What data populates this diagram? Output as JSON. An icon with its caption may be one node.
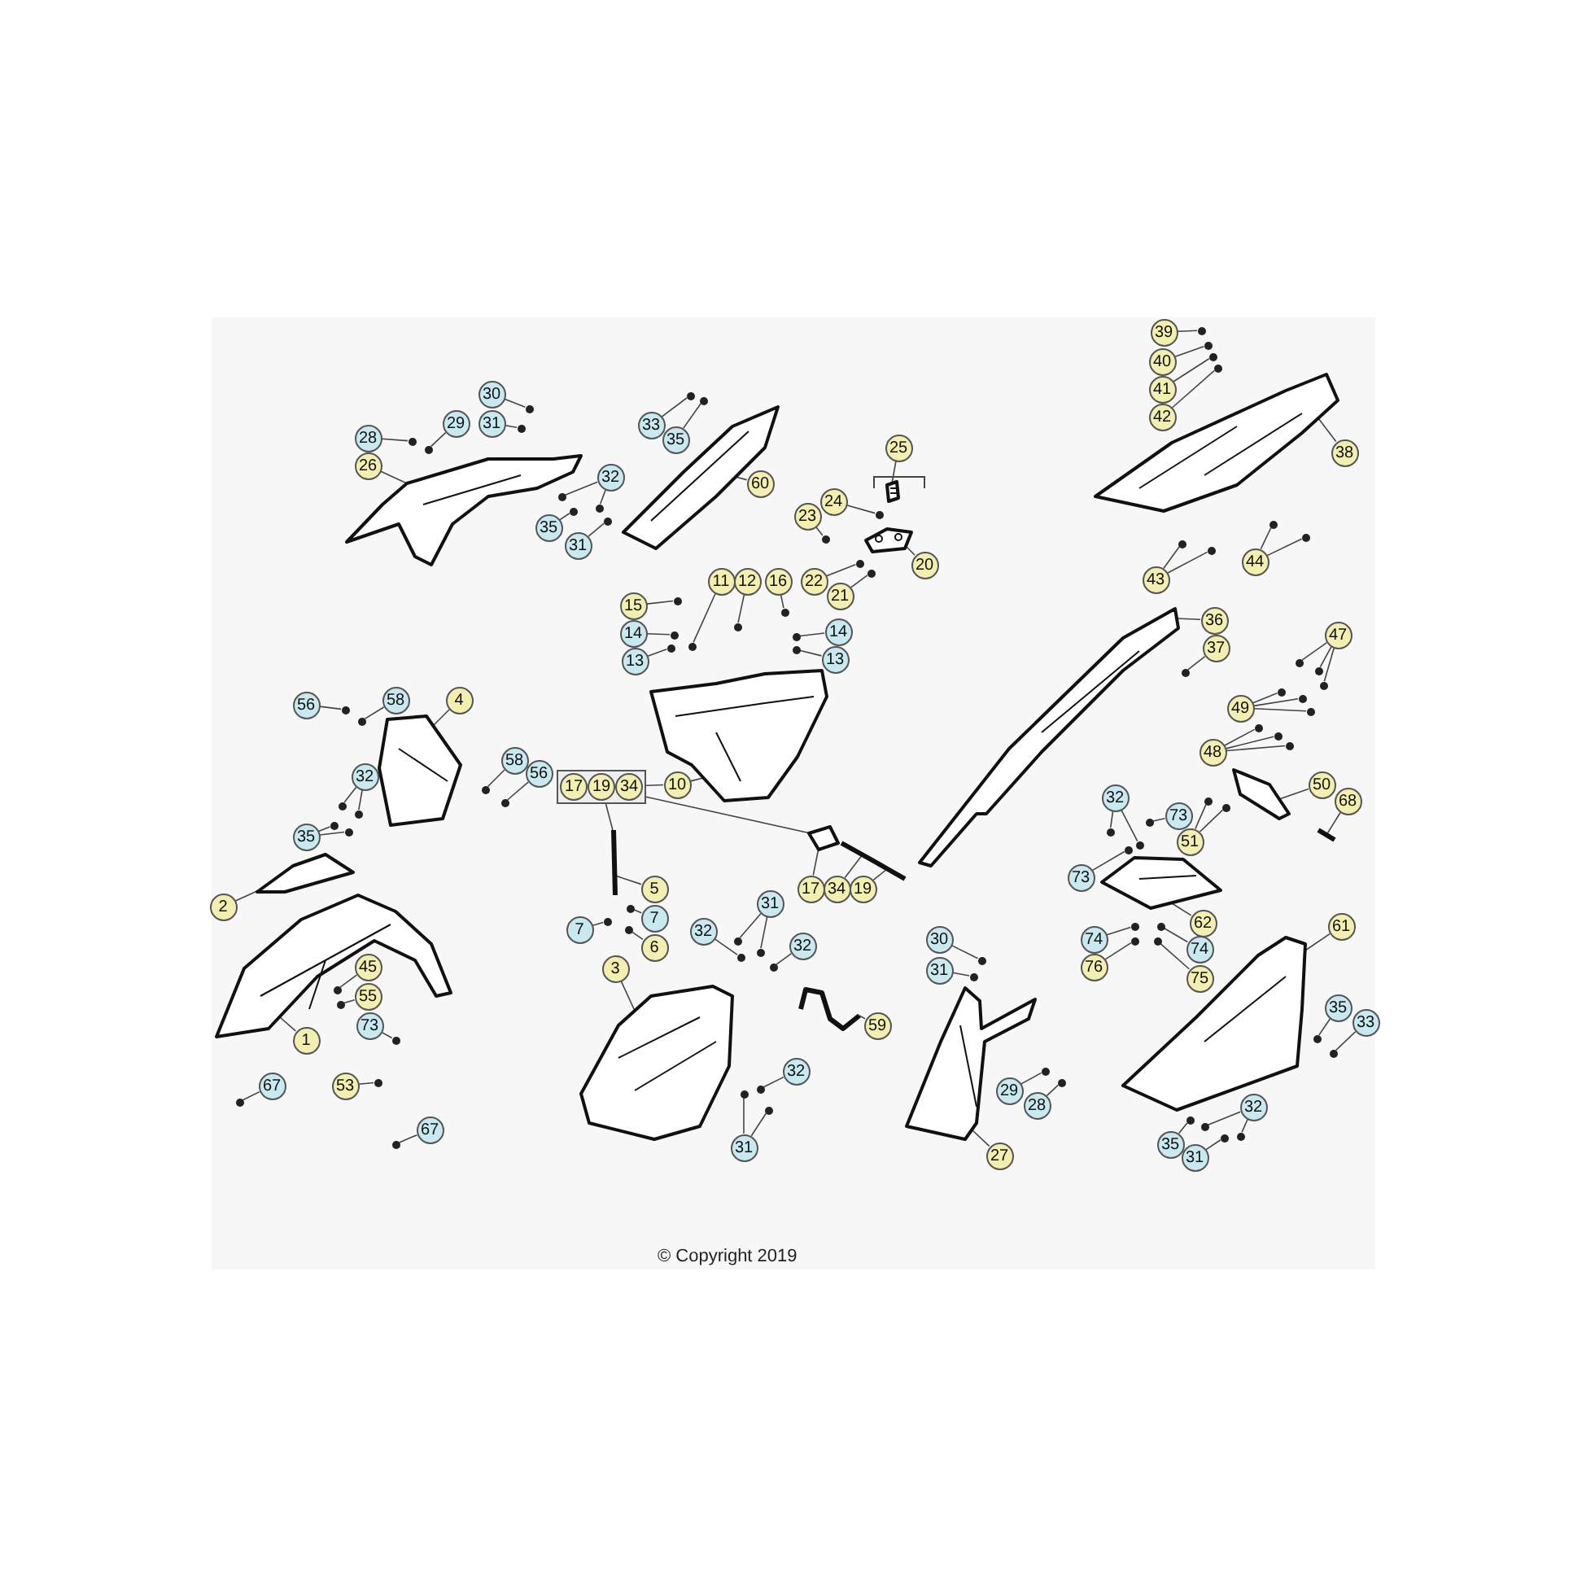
{
  "diagram": {
    "nodes": [
      {
        "text": [
          "30"
        ]
      },
      {
        "text": [
          "31"
        ]
      },
      {
        "text": [
          "28"
        ]
      },
      {
        "text": [
          "29"
        ]
      },
      {
        "text": [
          "26"
        ]
      },
      {
        "text": [
          "33"
        ]
      },
      {
        "text": [
          "35"
        ]
      },
      {
        "text": [
          "60"
        ]
      },
      {
        "text": [
          "32"
        ]
      },
      {
        "text": [
          "35"
        ]
      },
      {
        "text": [
          "31"
        ]
      },
      {
        "text": [
          "25"
        ]
      },
      {
        "text": [
          "24"
        ]
      },
      {
        "text": [
          "23"
        ]
      },
      {
        "text": [
          "20"
        ]
      },
      {
        "text": [
          "22"
        ]
      },
      {
        "text": [
          "21"
        ]
      },
      {
        "text": [
          "11"
        ]
      },
      {
        "text": [
          "12"
        ]
      },
      {
        "text": [
          "16"
        ]
      },
      {
        "text": [
          "15"
        ]
      },
      {
        "text": [
          "14"
        ]
      },
      {
        "text": [
          "13"
        ]
      },
      {
        "text": [
          "14"
        ]
      },
      {
        "text": [
          "13"
        ]
      },
      {
        "text": [],
        "shape": "box"
      },
      {
        "text": [
          "17"
        ],
        "in": 25
      },
      {
        "text": [
          "19"
        ],
        "in": 25
      },
      {
        "text": [
          "34"
        ],
        "in": 25
      },
      {
        "text": [
          "10"
        ]
      },
      {
        "text": [
          "56"
        ]
      },
      {
        "text": [
          "58"
        ]
      },
      {
        "text": [
          "4"
        ]
      },
      {
        "text": [
          "58"
        ]
      },
      {
        "text": [
          "56"
        ]
      },
      {
        "text": [
          "32"
        ]
      },
      {
        "text": [
          "35"
        ]
      },
      {
        "text": [
          "2"
        ]
      },
      {
        "text": [
          "45"
        ]
      },
      {
        "text": [
          "55"
        ]
      },
      {
        "text": [
          "1"
        ]
      },
      {
        "text": [
          "73"
        ]
      },
      {
        "text": [
          "53"
        ]
      },
      {
        "text": [
          "67"
        ]
      },
      {
        "text": [
          "67"
        ]
      },
      {
        "text": [
          "5"
        ]
      },
      {
        "text": [
          "7"
        ]
      },
      {
        "text": [
          "7"
        ]
      },
      {
        "text": [
          "6"
        ]
      },
      {
        "text": [
          "17"
        ]
      },
      {
        "text": [
          "34"
        ]
      },
      {
        "text": [
          "19"
        ]
      },
      {
        "text": [
          "3"
        ]
      },
      {
        "text": [
          "31"
        ]
      },
      {
        "text": [
          "32"
        ]
      },
      {
        "text": [
          "32"
        ]
      },
      {
        "text": [
          "59"
        ]
      },
      {
        "text": [
          "32"
        ]
      },
      {
        "text": [
          "31"
        ]
      },
      {
        "text": [
          "30"
        ]
      },
      {
        "text": [
          "31"
        ]
      },
      {
        "text": [
          "29"
        ]
      },
      {
        "text": [
          "28"
        ]
      },
      {
        "text": [
          "27"
        ]
      },
      {
        "text": [
          "61"
        ]
      },
      {
        "text": [
          "35"
        ]
      },
      {
        "text": [
          "33"
        ]
      },
      {
        "text": [
          "32"
        ]
      },
      {
        "text": [
          "35"
        ]
      },
      {
        "text": [
          "31"
        ]
      },
      {
        "text": [
          "36"
        ]
      },
      {
        "text": [
          "37"
        ]
      },
      {
        "text": [
          "47"
        ]
      },
      {
        "text": [
          "49"
        ]
      },
      {
        "text": [
          "48"
        ]
      },
      {
        "text": [
          "50"
        ]
      },
      {
        "text": [
          "68"
        ]
      },
      {
        "text": [
          "51"
        ]
      },
      {
        "text": [
          "32"
        ]
      },
      {
        "text": [
          "73"
        ]
      },
      {
        "text": [
          "73"
        ]
      },
      {
        "text": [
          "62"
        ]
      },
      {
        "text": [
          "74"
        ]
      },
      {
        "text": [
          "76"
        ]
      },
      {
        "text": [
          "74"
        ]
      },
      {
        "text": [
          "75"
        ]
      },
      {
        "text": [
          "39"
        ]
      },
      {
        "text": [
          "40"
        ]
      },
      {
        "text": [
          "41"
        ]
      },
      {
        "text": [
          "42"
        ]
      },
      {
        "text": [
          "38"
        ]
      },
      {
        "text": [
          "43"
        ]
      },
      {
        "text": [
          "44"
        ]
      },
      {
        "text": [],
        "shape": "picture"
      },
      {
        "text": [],
        "shape": "picture"
      },
      {
        "text": [],
        "shape": "picture"
      },
      {
        "text": [],
        "shape": "picture"
      },
      {
        "text": [],
        "shape": "picture"
      },
      {
        "text": [],
        "shape": "picture"
      },
      {
        "text": [],
        "shape": "picture"
      },
      {
        "text": [],
        "shape": "picture"
      },
      {
        "text": [],
        "shape": "picture"
      },
      {
        "text": [],
        "shape": "picture"
      },
      {
        "text": [],
        "shape": "picture"
      },
      {
        "text": [],
        "shape": "picture"
      },
      {
        "text": [],
        "shape": "picture"
      },
      {
        "text": [],
        "shape": "picture"
      },
      {
        "text": [],
        "shape": "picture"
      },
      {
        "text": [],
        "shape": "picture"
      },
      {
        "text": [],
        "shape": "picture"
      },
      {
        "text": [],
        "shape": "picture"
      },
      {
        "text": [],
        "shape": "picture"
      },
      {
        "text": [],
        "shape": "picture"
      },
      {
        "text": [],
        "shape": "circle"
      },
      {
        "text": [],
        "shape": "circle"
      },
      {
        "text": [],
        "shape": "circle"
      },
      {
        "text": [],
        "shape": "circle"
      },
      {
        "text": [],
        "shape": "circle"
      },
      {
        "text": [],
        "shape": "circle"
      },
      {
        "text": [],
        "shape": "circle"
      },
      {
        "text": [],
        "shape": "circle"
      },
      {
        "text": [],
        "shape": "circle"
      },
      {
        "text": [],
        "shape": "circle"
      },
      {
        "text": [],
        "shape": "circle"
      },
      {
        "text": [],
        "shape": "circle"
      },
      {
        "text": [],
        "shape": "circle"
      },
      {
        "text": [],
        "shape": "circle"
      },
      {
        "text": [],
        "shape": "circle"
      },
      {
        "text": [],
        "shape": "circle"
      },
      {
        "text": [],
        "shape": "circle"
      },
      {
        "text": [],
        "shape": "circle"
      },
      {
        "text": [],
        "shape": "circle"
      },
      {
        "text": [],
        "shape": "circle"
      },
      {
        "text": [],
        "shape": "circle"
      },
      {
        "text": [],
        "shape": "circle"
      },
      {
        "text": [],
        "shape": "circle"
      },
      {
        "text": [],
        "shape": "circle"
      },
      {
        "text": [],
        "shape": "circle"
      },
      {
        "text": [],
        "shape": "circle"
      },
      {
        "text": [],
        "shape": "circle"
      },
      {
        "text": [],
        "shape": "circle"
      },
      {
        "text": [],
        "shape": "circle"
      },
      {
        "text": [],
        "shape": "circle"
      },
      {
        "text": [],
        "shape": "circle"
      },
      {
        "text": [],
        "shape": "circle"
      },
      {
        "text": [],
        "shape": "circle"
      },
      {
        "text": [],
        "shape": "circle"
      },
      {
        "text": [],
        "shape": "circle"
      },
      {
        "text": [],
        "shape": "circle"
      },
      {
        "text": [],
        "shape": "circle"
      },
      {
        "text": [],
        "shape": "circle"
      },
      {
        "text": [],
        "shape": "circle"
      },
      {
        "text": [],
        "shape": "circle"
      },
      {
        "text": [],
        "shape": "circle"
      },
      {
        "text": [],
        "shape": "circle"
      },
      {
        "text": [],
        "shape": "circle"
      },
      {
        "text": [],
        "shape": "circle"
      },
      {
        "text": [],
        "shape": "circle"
      },
      {
        "text": [],
        "shape": "circle"
      },
      {
        "text": [],
        "shape": "circle"
      },
      {
        "text": [],
        "shape": "circle"
      },
      {
        "text": [],
        "shape": "circle"
      },
      {
        "text": [],
        "shape": "circle"
      },
      {
        "text": [],
        "shape": "circle"
      },
      {
        "text": [],
        "shape": "circle"
      },
      {
        "text": [],
        "shape": "circle"
      },
      {
        "text": [],
        "shape": "circle"
      },
      {
        "text": [],
        "shape": "circle"
      },
      {
        "text": [],
        "shape": "circle"
      },
      {
        "text": [],
        "shape": "circle"
      },
      {
        "text": [],
        "shape": "circle"
      },
      {
        "text": [],
        "shape": "circle"
      },
      {
        "text": [],
        "shape": "circle"
      },
      {
        "text": [],
        "shape": "circle"
      },
      {
        "text": [],
        "shape": "circle"
      },
      {
        "text": [],
        "shape": "circle"
      },
      {
        "text": [],
        "shape": "circle"
      },
      {
        "text": [],
        "shape": "circle"
      },
      {
        "text": [],
        "shape": "circle"
      },
      {
        "text": [],
        "shape": "circle"
      },
      {
        "text": [],
        "shape": "circle"
      },
      {
        "text": [],
        "shape": "circle"
      },
      {
        "text": [],
        "shape": "circle"
      },
      {
        "text": [],
        "shape": "circle"
      },
      {
        "text": [],
        "shape": "circle"
      },
      {
        "text": [],
        "shape": "circle"
      },
      {
        "text": [],
        "shape": "circle"
      },
      {
        "text": [],
        "shape": "circle"
      },
      {
        "text": [],
        "shape": "circle"
      },
      {
        "text": [],
        "shape": "circle"
      },
      {
        "text": [],
        "shape": "circle"
      },
      {
        "text": [],
        "shape": "circle"
      },
      {
        "text": [],
        "shape": "circle"
      },
      {
        "text": [],
        "shape": "circle"
      },
      {
        "text": [],
        "shape": "circle"
      },
      {
        "text": [],
        "shape": "circle"
      },
      {
        "text": [],
        "shape": "circle"
      }
    ],
    "edges": [
      {
        "from": 0,
        "to": 113,
        "arrow": "none"
      },
      {
        "from": 1,
        "to": 114,
        "arrow": "none"
      },
      {
        "from": 2,
        "to": 115,
        "arrow": "none"
      },
      {
        "from": 3,
        "to": 116,
        "arrow": "none"
      },
      {
        "from": 4,
        "to": 93,
        "arrow": "none"
      },
      {
        "from": 5,
        "to": 117,
        "arrow": "none"
      },
      {
        "from": 6,
        "to": 118,
        "arrow": "none"
      },
      {
        "from": 7,
        "to": 94,
        "arrow": "none"
      },
      {
        "from": 8,
        "to": 119,
        "arrow": "none"
      },
      {
        "from": 8,
        "to": 120,
        "arrow": "none"
      },
      {
        "from": 9,
        "to": 121,
        "arrow": "none"
      },
      {
        "from": 10,
        "to": 122,
        "arrow": "none"
      },
      {
        "from": 11,
        "to": 112,
        "arrow": "none"
      },
      {
        "from": 12,
        "to": 123,
        "arrow": "none"
      },
      {
        "from": 13,
        "to": 124,
        "arrow": "none"
      },
      {
        "from": 14,
        "to": 95,
        "arrow": "none"
      },
      {
        "from": 15,
        "to": 125,
        "arrow": "none"
      },
      {
        "from": 16,
        "to": 126,
        "arrow": "none"
      },
      {
        "from": 17,
        "to": 127,
        "arrow": "none"
      },
      {
        "from": 18,
        "to": 128,
        "arrow": "none"
      },
      {
        "from": 19,
        "to": 129,
        "arrow": "none"
      },
      {
        "from": 20,
        "to": 130,
        "arrow": "none"
      },
      {
        "from": 21,
        "to": 131,
        "arrow": "none"
      },
      {
        "from": 22,
        "to": 132,
        "arrow": "none"
      },
      {
        "from": 23,
        "to": 133,
        "arrow": "none"
      },
      {
        "from": 24,
        "to": 134,
        "arrow": "none"
      },
      {
        "from": 25,
        "to": 29,
        "arrow": "none"
      },
      {
        "from": 25,
        "to": 109,
        "arrow": "none"
      },
      {
        "from": 25,
        "to": 107,
        "arrow": "none"
      },
      {
        "from": 29,
        "to": 96,
        "arrow": "none"
      },
      {
        "from": 30,
        "to": 135,
        "arrow": "none"
      },
      {
        "from": 31,
        "to": 136,
        "arrow": "none"
      },
      {
        "from": 32,
        "to": 99,
        "arrow": "none"
      },
      {
        "from": 33,
        "to": 137,
        "arrow": "none"
      },
      {
        "from": 34,
        "to": 138,
        "arrow": "none"
      },
      {
        "from": 35,
        "to": 139,
        "arrow": "none"
      },
      {
        "from": 35,
        "to": 140,
        "arrow": "none"
      },
      {
        "from": 36,
        "to": 141,
        "arrow": "none"
      },
      {
        "from": 36,
        "to": 142,
        "arrow": "none"
      },
      {
        "from": 37,
        "to": 100,
        "arrow": "none"
      },
      {
        "from": 38,
        "to": 143,
        "arrow": "none"
      },
      {
        "from": 39,
        "to": 144,
        "arrow": "none"
      },
      {
        "from": 40,
        "to": 101,
        "arrow": "none"
      },
      {
        "from": 41,
        "to": 145,
        "arrow": "none"
      },
      {
        "from": 42,
        "to": 146,
        "arrow": "none"
      },
      {
        "from": 43,
        "to": 147,
        "arrow": "none"
      },
      {
        "from": 44,
        "to": 148,
        "arrow": "none"
      },
      {
        "from": 45,
        "to": 109,
        "arrow": "none"
      },
      {
        "from": 46,
        "to": 149,
        "arrow": "none"
      },
      {
        "from": 47,
        "to": 150,
        "arrow": "none"
      },
      {
        "from": 48,
        "to": 151,
        "arrow": "none"
      },
      {
        "from": 49,
        "to": 107,
        "arrow": "none"
      },
      {
        "from": 50,
        "to": 110,
        "arrow": "none"
      },
      {
        "from": 51,
        "to": 110,
        "arrow": "none"
      },
      {
        "from": 52,
        "to": 102,
        "arrow": "none"
      },
      {
        "from": 53,
        "to": 152,
        "arrow": "none"
      },
      {
        "from": 53,
        "to": 153,
        "arrow": "none"
      },
      {
        "from": 54,
        "to": 154,
        "arrow": "none"
      },
      {
        "from": 55,
        "to": 155,
        "arrow": "none"
      },
      {
        "from": 56,
        "to": 108,
        "arrow": "none"
      },
      {
        "from": 57,
        "to": 156,
        "arrow": "none"
      },
      {
        "from": 58,
        "to": 157,
        "arrow": "none"
      },
      {
        "from": 58,
        "to": 158,
        "arrow": "none"
      },
      {
        "from": 59,
        "to": 159,
        "arrow": "none"
      },
      {
        "from": 60,
        "to": 160,
        "arrow": "none"
      },
      {
        "from": 61,
        "to": 161,
        "arrow": "none"
      },
      {
        "from": 62,
        "to": 162,
        "arrow": "none"
      },
      {
        "from": 63,
        "to": 103,
        "arrow": "none"
      },
      {
        "from": 64,
        "to": 104,
        "arrow": "none"
      },
      {
        "from": 65,
        "to": 163,
        "arrow": "none"
      },
      {
        "from": 66,
        "to": 164,
        "arrow": "none"
      },
      {
        "from": 67,
        "to": 165,
        "arrow": "none"
      },
      {
        "from": 67,
        "to": 166,
        "arrow": "none"
      },
      {
        "from": 68,
        "to": 167,
        "arrow": "none"
      },
      {
        "from": 69,
        "to": 168,
        "arrow": "none"
      },
      {
        "from": 70,
        "to": 97,
        "arrow": "none"
      },
      {
        "from": 71,
        "to": 169,
        "arrow": "none"
      },
      {
        "from": 72,
        "to": 170,
        "arrow": "none"
      },
      {
        "from": 72,
        "to": 171,
        "arrow": "none"
      },
      {
        "from": 72,
        "to": 172,
        "arrow": "none"
      },
      {
        "from": 73,
        "to": 173,
        "arrow": "none"
      },
      {
        "from": 73,
        "to": 174,
        "arrow": "none"
      },
      {
        "from": 73,
        "to": 175,
        "arrow": "none"
      },
      {
        "from": 74,
        "to": 176,
        "arrow": "none"
      },
      {
        "from": 74,
        "to": 177,
        "arrow": "none"
      },
      {
        "from": 74,
        "to": 178,
        "arrow": "none"
      },
      {
        "from": 75,
        "to": 106,
        "arrow": "none"
      },
      {
        "from": 76,
        "to": 111,
        "arrow": "none"
      },
      {
        "from": 77,
        "to": 179,
        "arrow": "none"
      },
      {
        "from": 77,
        "to": 180,
        "arrow": "none"
      },
      {
        "from": 78,
        "to": 181,
        "arrow": "none"
      },
      {
        "from": 78,
        "to": 182,
        "arrow": "none"
      },
      {
        "from": 79,
        "to": 183,
        "arrow": "none"
      },
      {
        "from": 80,
        "to": 184,
        "arrow": "none"
      },
      {
        "from": 81,
        "to": 105,
        "arrow": "none"
      },
      {
        "from": 82,
        "to": 185,
        "arrow": "none"
      },
      {
        "from": 83,
        "to": 186,
        "arrow": "none"
      },
      {
        "from": 84,
        "to": 187,
        "arrow": "none"
      },
      {
        "from": 85,
        "to": 188,
        "arrow": "none"
      },
      {
        "from": 86,
        "to": 189,
        "arrow": "none"
      },
      {
        "from": 87,
        "to": 190,
        "arrow": "none"
      },
      {
        "from": 88,
        "to": 191,
        "arrow": "none"
      },
      {
        "from": 89,
        "to": 192,
        "arrow": "none"
      },
      {
        "from": 90,
        "to": 98,
        "arrow": "none"
      },
      {
        "from": 91,
        "to": 193,
        "arrow": "none"
      },
      {
        "from": 91,
        "to": 194,
        "arrow": "none"
      },
      {
        "from": 92,
        "to": 195,
        "arrow": "none"
      },
      {
        "from": 92,
        "to": 196,
        "arrow": "none"
      }
    ],
    "labels": [
      "© Copyright 2019"
    ]
  }
}
